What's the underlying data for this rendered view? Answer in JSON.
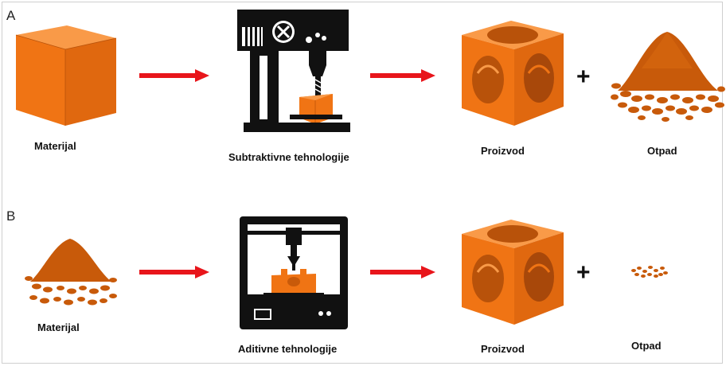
{
  "panel_a": {
    "letter": "A",
    "material_label": "Materijal",
    "process_label": "Subtraktivne tehnologije",
    "product_label": "Proizvod",
    "plus": "+",
    "waste_label": "Otpad"
  },
  "panel_b": {
    "letter": "B",
    "material_label": "Materijal",
    "process_label": "Aditivne tehnologije",
    "product_label": "Proizvod",
    "plus": "+",
    "waste_label": "Otpad"
  },
  "colors": {
    "orange": "#f07414",
    "orange_dark": "#c85a0a",
    "orange_light": "#f99a48",
    "arrow": "#e8151b",
    "machine": "#111111"
  }
}
